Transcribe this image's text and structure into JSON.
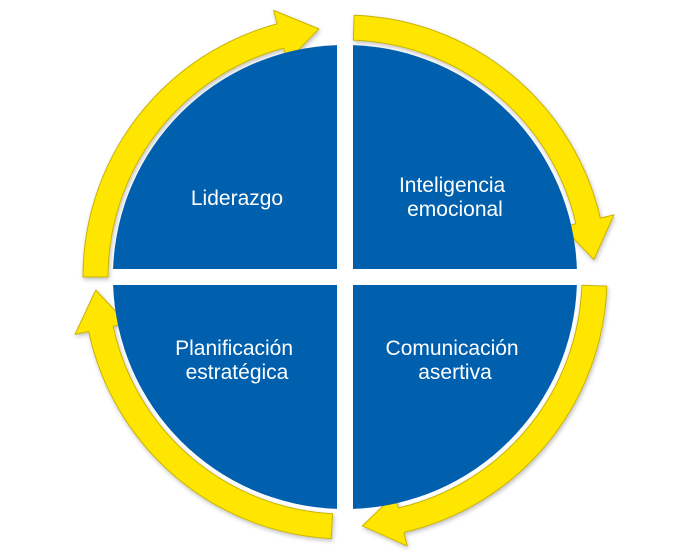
{
  "diagram": {
    "quadrants": [
      {
        "id": "top-left",
        "lines": [
          "Liderazgo"
        ]
      },
      {
        "id": "top-right",
        "lines": [
          "Inteligencia",
          "emocional"
        ]
      },
      {
        "id": "bottom-right",
        "lines": [
          "Comunicación",
          "asertiva"
        ]
      },
      {
        "id": "bottom-left",
        "lines": [
          "Planificación",
          "estratégica"
        ]
      }
    ],
    "colors": {
      "quadrant_fill": "#0060AE",
      "arrow_fill": "#FFE600",
      "arrow_stroke": "#C8B400",
      "text": "#FFFFFF"
    },
    "arrows": [
      {
        "name": "arrow-top-left-to-top-right",
        "direction": "clockwise"
      },
      {
        "name": "arrow-top-right-to-bottom-right",
        "direction": "clockwise"
      },
      {
        "name": "arrow-bottom-right-to-bottom-left",
        "direction": "clockwise"
      },
      {
        "name": "arrow-bottom-left-to-top-left",
        "direction": "clockwise"
      }
    ]
  }
}
